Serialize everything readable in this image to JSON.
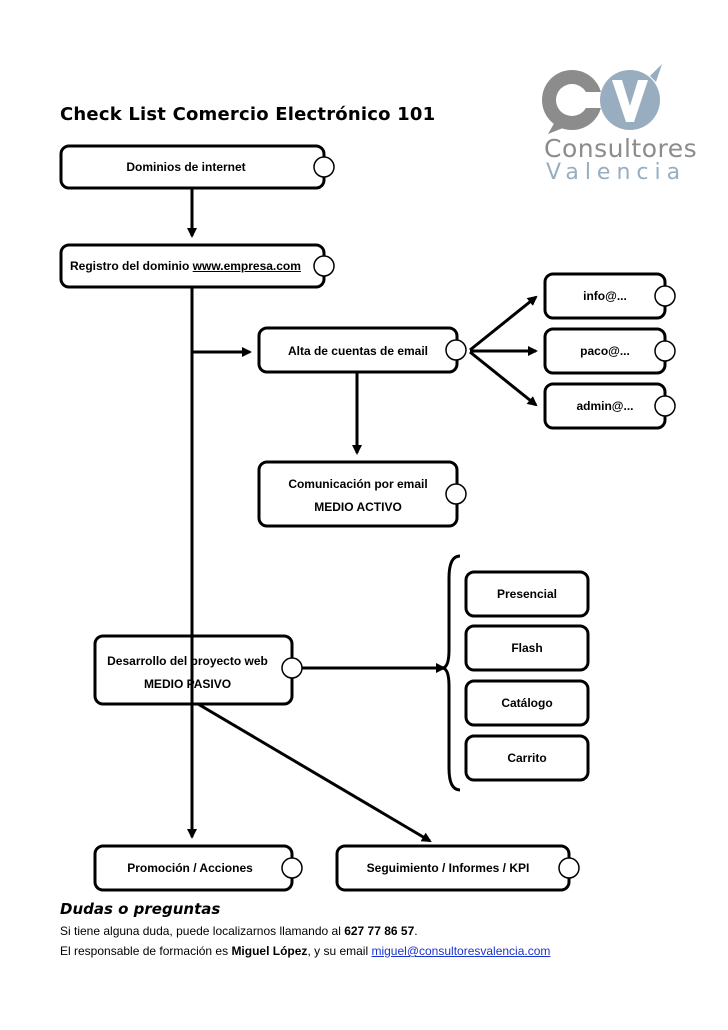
{
  "title": "Check List Comercio Electrónico 101",
  "logo": {
    "letters": "CV",
    "line1": "Consultores",
    "line2": "Valencia",
    "colors": {
      "c": "#8c8c8c",
      "v": "#98aec0",
      "text1": "#8c8c8c",
      "text2": "#98aec0"
    }
  },
  "boxes": {
    "dominios": "Dominios de internet",
    "registro_prefix": "Registro del dominio ",
    "registro_link": "www.empresa.com",
    "alta": "Alta de cuentas de email",
    "info": "info@...",
    "paco": "paco@...",
    "admin": "admin@...",
    "comunicacion_l1": "Comunicación por email",
    "comunicacion_l2": "MEDIO ACTIVO",
    "desarrollo_l1": "Desarrollo del proyecto web",
    "desarrollo_l2": "MEDIO PASIVO",
    "presencial": "Presencial",
    "flash": "Flash",
    "catalogo": "Catálogo",
    "carrito": "Carrito",
    "promocion": "Promoción / Acciones",
    "seguimiento": "Seguimiento / Informes / KPI"
  },
  "footer": {
    "title": "Dudas o preguntas",
    "line1_prefix": "Si tiene alguna duda, puede localizarnos llamando al ",
    "phone": "627 77 86 57",
    "line1_suffix": ".",
    "line2_prefix": "El responsable de formación es ",
    "person": "Miguel López",
    "line2_middle": ", y su email ",
    "email": "miguel@consultoresvalencia.com"
  }
}
